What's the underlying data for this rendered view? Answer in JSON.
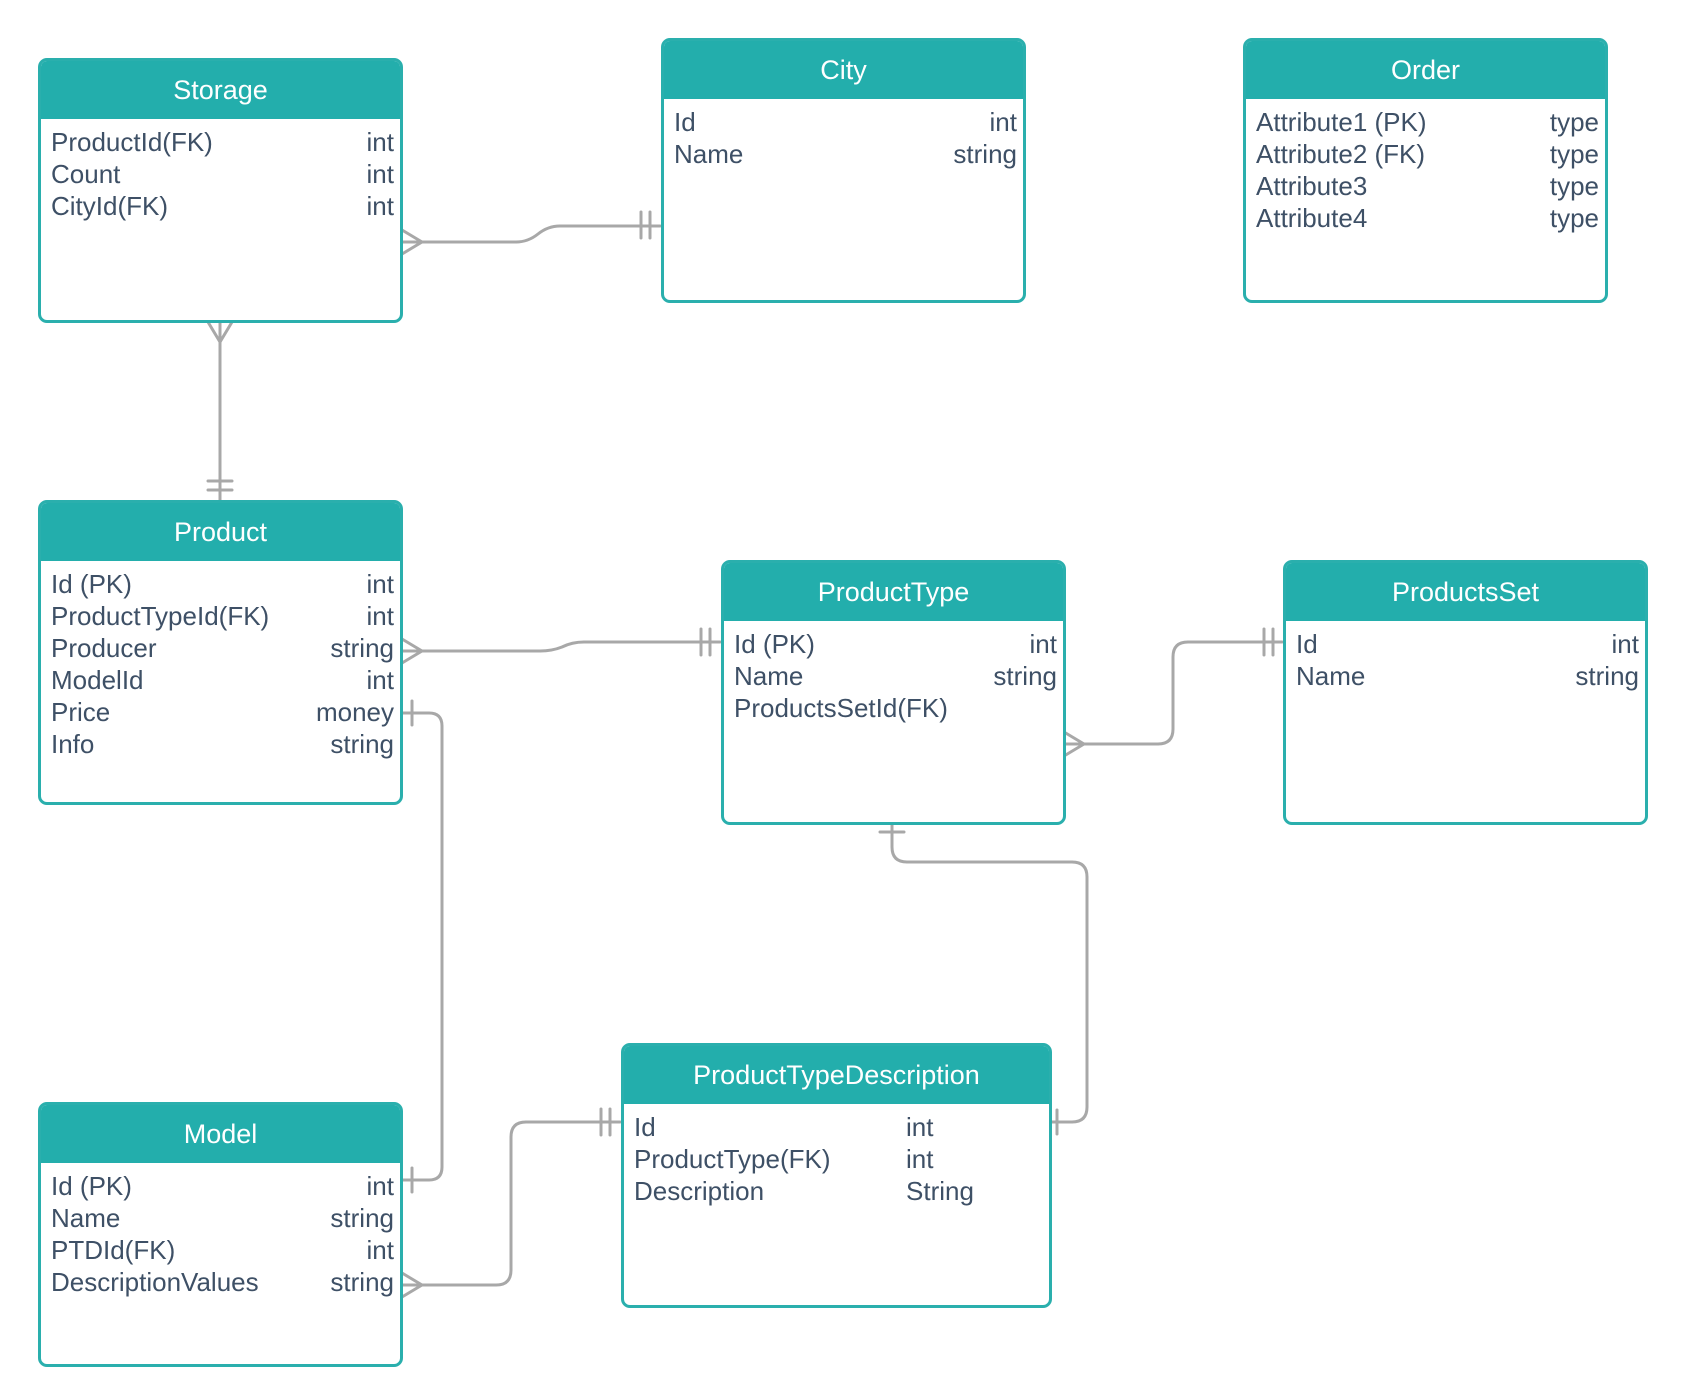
{
  "colors": {
    "header": "#23aeac",
    "border": "#2aafad",
    "text": "#3e5066",
    "connector": "#a8a8a8"
  },
  "entities": {
    "storage": {
      "title": "Storage",
      "attributes": [
        {
          "name": "ProductId(FK)",
          "type": "int"
        },
        {
          "name": "Count",
          "type": "int"
        },
        {
          "name": "CityId(FK)",
          "type": "int"
        }
      ]
    },
    "city": {
      "title": "City",
      "attributes": [
        {
          "name": "Id",
          "type": "int"
        },
        {
          "name": "Name",
          "type": "string"
        }
      ]
    },
    "order": {
      "title": "Order",
      "attributes": [
        {
          "name": "Attribute1 (PK)",
          "type": "type"
        },
        {
          "name": "Attribute2 (FK)",
          "type": "type"
        },
        {
          "name": "Attribute3",
          "type": "type"
        },
        {
          "name": "Attribute4",
          "type": "type"
        }
      ]
    },
    "product": {
      "title": "Product",
      "attributes": [
        {
          "name": "Id (PK)",
          "type": "int"
        },
        {
          "name": "ProductTypeId(FK)",
          "type": "int"
        },
        {
          "name": "Producer",
          "type": "string"
        },
        {
          "name": "ModelId",
          "type": "int"
        },
        {
          "name": "Price",
          "type": "money"
        },
        {
          "name": "Info",
          "type": "string"
        }
      ]
    },
    "product_type": {
      "title": "ProductType",
      "attributes": [
        {
          "name": "Id (PK)",
          "type": "int"
        },
        {
          "name": "Name",
          "type": "string"
        },
        {
          "name": "ProductsSetId(FK)",
          "type": ""
        }
      ]
    },
    "products_set": {
      "title": "ProductsSet",
      "attributes": [
        {
          "name": "Id",
          "type": "int"
        },
        {
          "name": "Name",
          "type": "string"
        }
      ]
    },
    "model": {
      "title": "Model",
      "attributes": [
        {
          "name": "Id (PK)",
          "type": "int"
        },
        {
          "name": "Name",
          "type": "string"
        },
        {
          "name": "PTDId(FK)",
          "type": "int"
        },
        {
          "name": "DescriptionValues",
          "type": "string"
        }
      ]
    },
    "product_type_description": {
      "title": "ProductTypeDescription",
      "attributes": [
        {
          "name": "Id",
          "type": "int"
        },
        {
          "name": "ProductType(FK)",
          "type": "int"
        },
        {
          "name": "Description",
          "type": "String"
        }
      ]
    }
  },
  "relationships": [
    {
      "from": "storage",
      "to": "city",
      "from_end": "many",
      "to_end": "one-and-only-one"
    },
    {
      "from": "storage",
      "to": "product",
      "from_end": "many",
      "to_end": "one-and-only-one"
    },
    {
      "from": "product",
      "to": "product_type",
      "from_end": "many",
      "to_end": "one-and-only-one"
    },
    {
      "from": "product_type",
      "to": "products_set",
      "from_end": "many",
      "to_end": "one-and-only-one"
    },
    {
      "from": "product",
      "to": "model",
      "from_end": "one",
      "to_end": "one"
    },
    {
      "from": "model",
      "to": "product_type_description",
      "from_end": "many",
      "to_end": "one-and-only-one"
    },
    {
      "from": "product_type",
      "to": "product_type_description",
      "from_end": "one",
      "to_end": "one"
    }
  ]
}
